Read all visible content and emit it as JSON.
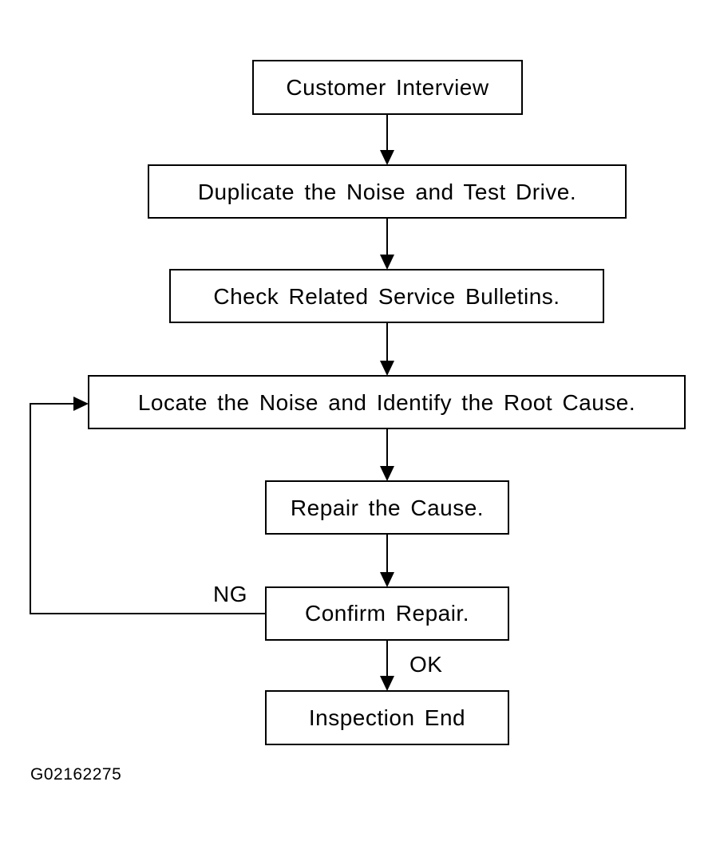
{
  "flowchart": {
    "steps": [
      {
        "id": "customer-interview",
        "label": "Customer Interview"
      },
      {
        "id": "duplicate-noise",
        "label": "Duplicate the Noise and Test Drive."
      },
      {
        "id": "check-bulletins",
        "label": "Check Related Service Bulletins."
      },
      {
        "id": "locate-noise",
        "label": "Locate the Noise and Identify the Root Cause."
      },
      {
        "id": "repair-cause",
        "label": "Repair the Cause."
      },
      {
        "id": "confirm-repair",
        "label": "Confirm Repair."
      },
      {
        "id": "inspection-end",
        "label": "Inspection End"
      }
    ],
    "branch_labels": {
      "ng": "NG",
      "ok": "OK"
    }
  },
  "figure_id": "G02162275",
  "colors": {
    "line": "#000000",
    "background": "#ffffff"
  }
}
